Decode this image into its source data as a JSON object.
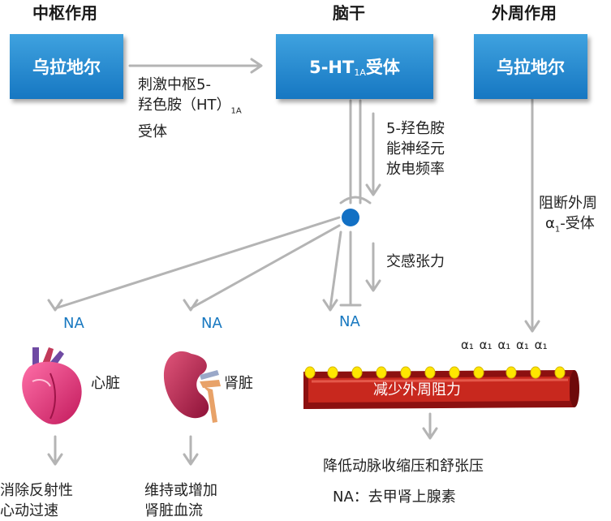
{
  "headers": {
    "central": "中枢作用",
    "brainstem": "脑干",
    "peripheral": "外周作用"
  },
  "boxes": {
    "left": "乌拉地尔",
    "middle_main": "5-HT",
    "middle_sub": "1A",
    "middle_tail": "受体",
    "right": "乌拉地尔"
  },
  "labels": {
    "stimulate_line1": "刺激中枢5-",
    "stimulate_line2_main": "羟色胺（HT）",
    "stimulate_line2_sub": "1A",
    "stimulate_line3": "受体",
    "neuron_line1": "5-羟色胺",
    "neuron_line2": "能神经元",
    "neuron_line3": "放电频率",
    "sympathetic": "交感张力",
    "block_line1": "阻断外周",
    "block_line2_prefix": "α",
    "block_line2_sub": "1",
    "block_line2_suffix": "-受体",
    "heart": "心脏",
    "kidney": "肾脏",
    "vessel": "减少外周阻力",
    "heart_effect_line1": "消除反射性",
    "heart_effect_line2": "心动过速",
    "kidney_effect_line1": "维持或增加",
    "kidney_effect_line2": "肾脏血流",
    "pressure_effect": "降低动脉收缩压和舒张压",
    "legend": "NA：去甲肾上腺素"
  },
  "na_label": "NA",
  "alpha_label": "α₁ α₁ α₁ α₁ α₁",
  "colors": {
    "box_blue": "#2389d0",
    "arrow_gray": "#b4b4b4",
    "na_blue": "#1878c0",
    "node_blue": "#1270c4",
    "vessel_dark": "#8c1010",
    "vessel_red": "#c8281e",
    "receptor_yellow": "#ffe600"
  },
  "icons": [
    "heart-icon",
    "kidney-icon",
    "blood-vessel-icon"
  ]
}
